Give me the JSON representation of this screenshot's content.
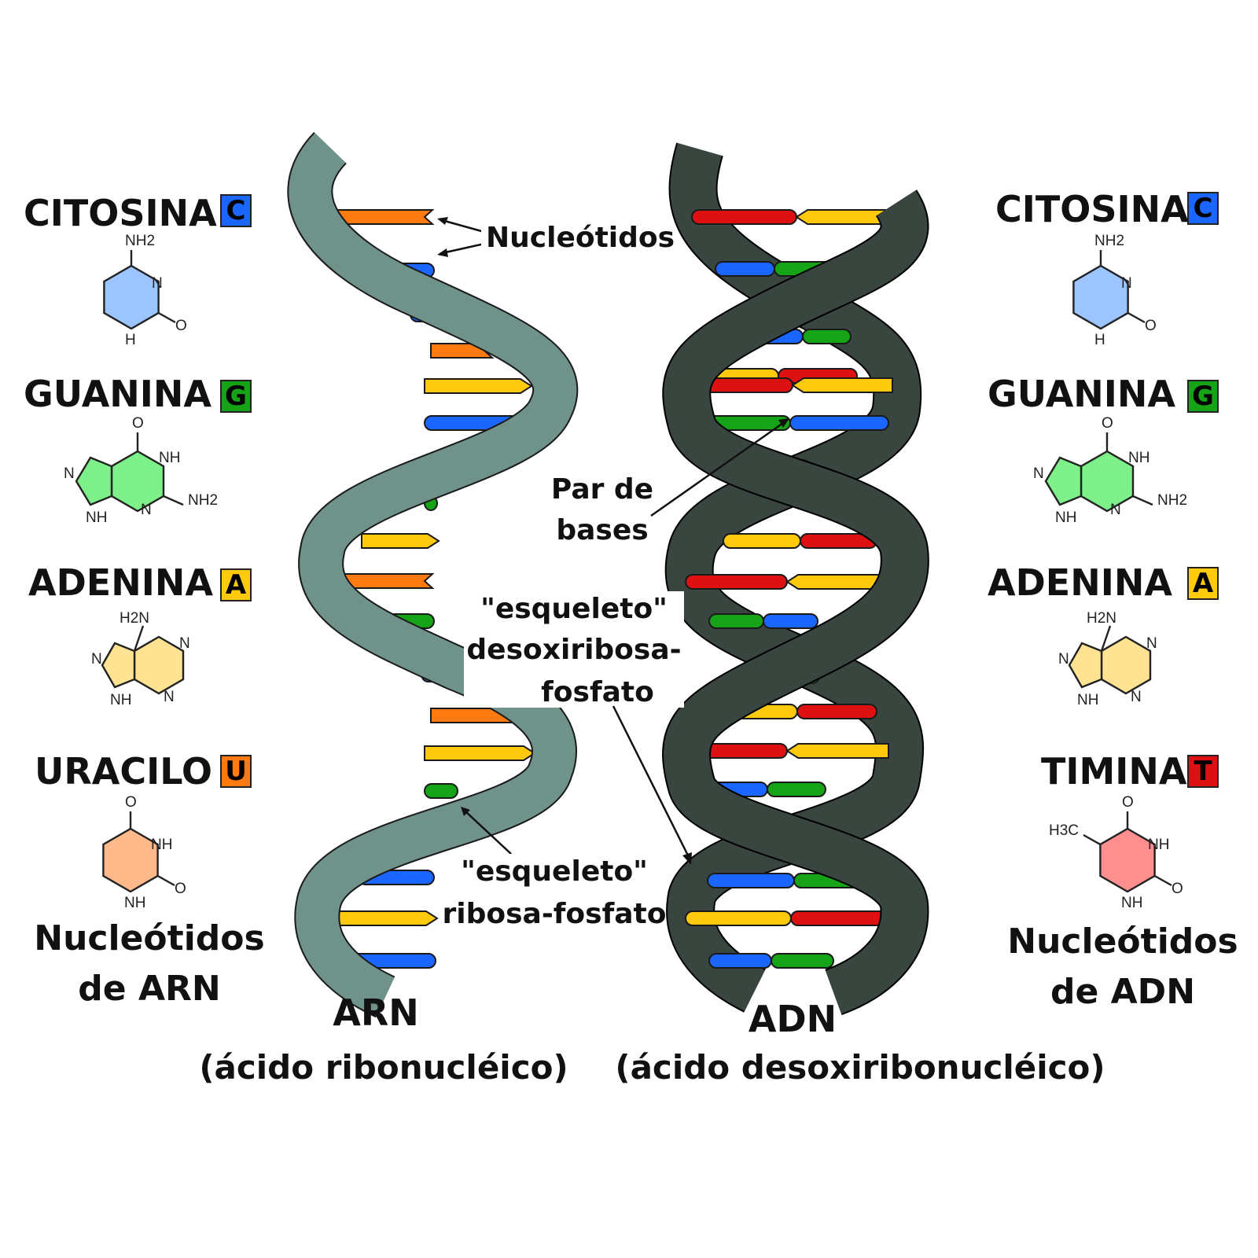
{
  "colors": {
    "cytosine": "#1a66ff",
    "guanine": "#17a317",
    "adenine": "#ffc90e",
    "uracil": "#ff7a10",
    "thymine": "#dd1111",
    "cytosine_fill": "#9cc4ff",
    "guanine_fill": "#7ef08a",
    "adenine_fill": "#ffe393",
    "uracil_fill": "#ffb98b",
    "thymine_fill": "#ff8f8f",
    "rna_backbone": "#6f928a",
    "dna_backbone": "#39463f"
  },
  "left_panel": {
    "items": [
      {
        "name": "CITOSINA",
        "letter": "C",
        "color_key": "cytosine"
      },
      {
        "name": "GUANINA",
        "letter": "G",
        "color_key": "guanine"
      },
      {
        "name": "ADENINA",
        "letter": "A",
        "color_key": "adenine"
      },
      {
        "name": "URACILO",
        "letter": "U",
        "color_key": "uracil"
      }
    ],
    "caption_line1": "Nucleótidos",
    "caption_line2": "de ARN"
  },
  "right_panel": {
    "items": [
      {
        "name": "CITOSINA",
        "letter": "C",
        "color_key": "cytosine"
      },
      {
        "name": "GUANINA",
        "letter": "G",
        "color_key": "guanine"
      },
      {
        "name": "ADENINA",
        "letter": "A",
        "color_key": "adenine"
      },
      {
        "name": "TIMINA",
        "letter": "T",
        "color_key": "thymine"
      }
    ],
    "caption_line1": "Nucleótidos",
    "caption_line2": "de ADN"
  },
  "molecule_labels": {
    "nh2": "NH2",
    "h2n": "H2N",
    "h3c": "H3C",
    "n": "N",
    "nh": "NH",
    "h": "H",
    "o": "O"
  },
  "annotations": {
    "nucleotidos": "Nucleótidos",
    "par_line1": "Par de",
    "par_line2": "bases",
    "dna_backbone_line1": "\"esqueleto\"",
    "dna_backbone_line2": "desoxiribosa-",
    "dna_backbone_line3": "fosfato",
    "rna_backbone_line1": "\"esqueleto\"",
    "rna_backbone_line2": "ribosa-fosfato"
  },
  "titles": {
    "rna_name": "ARN",
    "rna_full": "(ácido ribonucléico)",
    "dna_name": "ADN",
    "dna_full": "(ácido desoxiribonucléico)"
  },
  "rna_bases": [
    "uracil",
    "cytosine",
    "cytosine",
    "uracil",
    "adenine",
    "cytosine",
    "guanine",
    "guanine",
    "adenine",
    "uracil",
    "guanine",
    "cytosine",
    "uracil",
    "adenine",
    "guanine",
    "adenine",
    "cytosine",
    "adenine",
    "cytosine"
  ],
  "dna_pairs": [
    [
      "thymine",
      "adenine"
    ],
    [
      "cytosine",
      "guanine"
    ],
    [
      "cytosine",
      "guanine"
    ],
    [
      "adenine",
      "thymine"
    ],
    [
      "thymine",
      "adenine"
    ],
    [
      "guanine",
      "cytosine"
    ],
    [
      "cytosine",
      "guanine"
    ],
    [
      "adenine",
      "thymine"
    ],
    [
      "thymine",
      "adenine"
    ],
    [
      "guanine",
      "cytosine"
    ],
    [
      "cytosine",
      "guanine"
    ],
    [
      "adenine",
      "thymine"
    ],
    [
      "thymine",
      "adenine"
    ],
    [
      "cytosine",
      "guanine"
    ],
    [
      "guanine",
      "cytosine"
    ],
    [
      "cytosine",
      "guanine"
    ],
    [
      "adenine",
      "thymine"
    ],
    [
      "cytosine",
      "guanine"
    ]
  ]
}
